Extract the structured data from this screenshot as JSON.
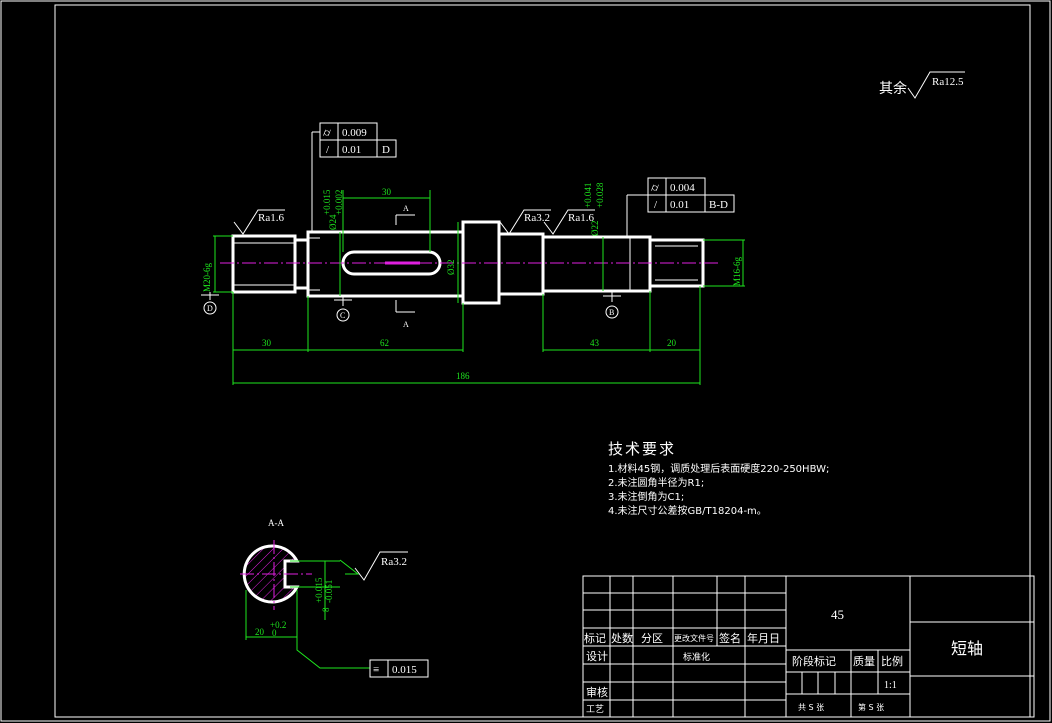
{
  "drawing": {
    "remaining_roughness": {
      "prefix": "其余",
      "value": "Ra12.5"
    },
    "roughness_labels": [
      "Ra1.6",
      "Ra3.2",
      "Ra1.6",
      "Ra3.2"
    ],
    "fcf_left": {
      "row1": {
        "symbol": "⌭",
        "value": "0.009"
      },
      "row2": {
        "symbol": "/",
        "value": "0.01",
        "datum": "D"
      }
    },
    "fcf_right": {
      "row1": {
        "symbol": "⌭",
        "value": "0.004"
      },
      "row2": {
        "symbol": "/",
        "value": "0.01",
        "datum": "B-D"
      }
    },
    "fcf_section": {
      "symbol": "≡",
      "value": "0.015"
    },
    "dims": {
      "keyway_length": "30",
      "dia_24": "Ø24",
      "dia_24_tol_up": "+0.015",
      "dia_24_tol_low": "+0.002",
      "dia_32": "Ø32",
      "dia_22": "Ø22",
      "dia_22_tol_up": "+0.041",
      "dia_22_tol_low": "+0.028",
      "thread_left": "M20-6g",
      "thread_right": "M16-6g",
      "len_30": "30",
      "len_62": "62",
      "len_43": "43",
      "len_20": "20",
      "len_total": "186",
      "key_width": "8",
      "key_tol_up": "+0.015",
      "key_tol_low": "-0.051",
      "key_depth": "20",
      "key_depth_tol_up": "+0.2",
      "key_depth_tol_low": "0"
    },
    "datums": [
      "D",
      "C",
      "B"
    ],
    "section_marks": [
      "A",
      "A"
    ],
    "section_title": "A-A"
  },
  "tech_requirements": {
    "title": "技术要求",
    "items": [
      "1.材料45钢，调质处理后表面硬度220-250HBW;",
      "2.未注圆角半径为R1;",
      "3.未注倒角为C1;",
      "4.未注尺寸公差按GB/T18204-m。"
    ]
  },
  "title_block": {
    "material": "45",
    "part_name": "短轴",
    "headers": [
      "标记",
      "处数",
      "分区",
      "更改文件号",
      "签名",
      "年月日"
    ],
    "design": "设计",
    "standardize": "标准化",
    "review": "审核",
    "process": "工艺",
    "stage_mark": "阶段标记",
    "mass": "质量",
    "scale_label": "比例",
    "scale": "1:1",
    "sheets_total": "共 S 张",
    "sheet_no": "第 S 张"
  }
}
